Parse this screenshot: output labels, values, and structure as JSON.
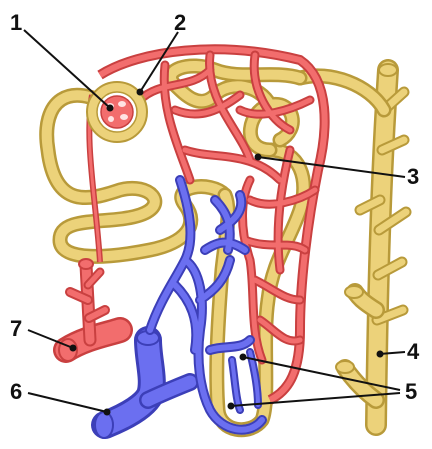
{
  "colors": {
    "artery": "#f26d6d",
    "artery_edge": "#c94040",
    "vein": "#6b6ff0",
    "vein_edge": "#3c3fb8",
    "tubule": "#ecd27a",
    "tubule_edge": "#b89a3a",
    "background": "#ffffff"
  },
  "labels": {
    "l1": "1",
    "l2": "2",
    "l3": "3",
    "l4": "4",
    "l5": "5",
    "l6": "6",
    "l7": "7"
  }
}
